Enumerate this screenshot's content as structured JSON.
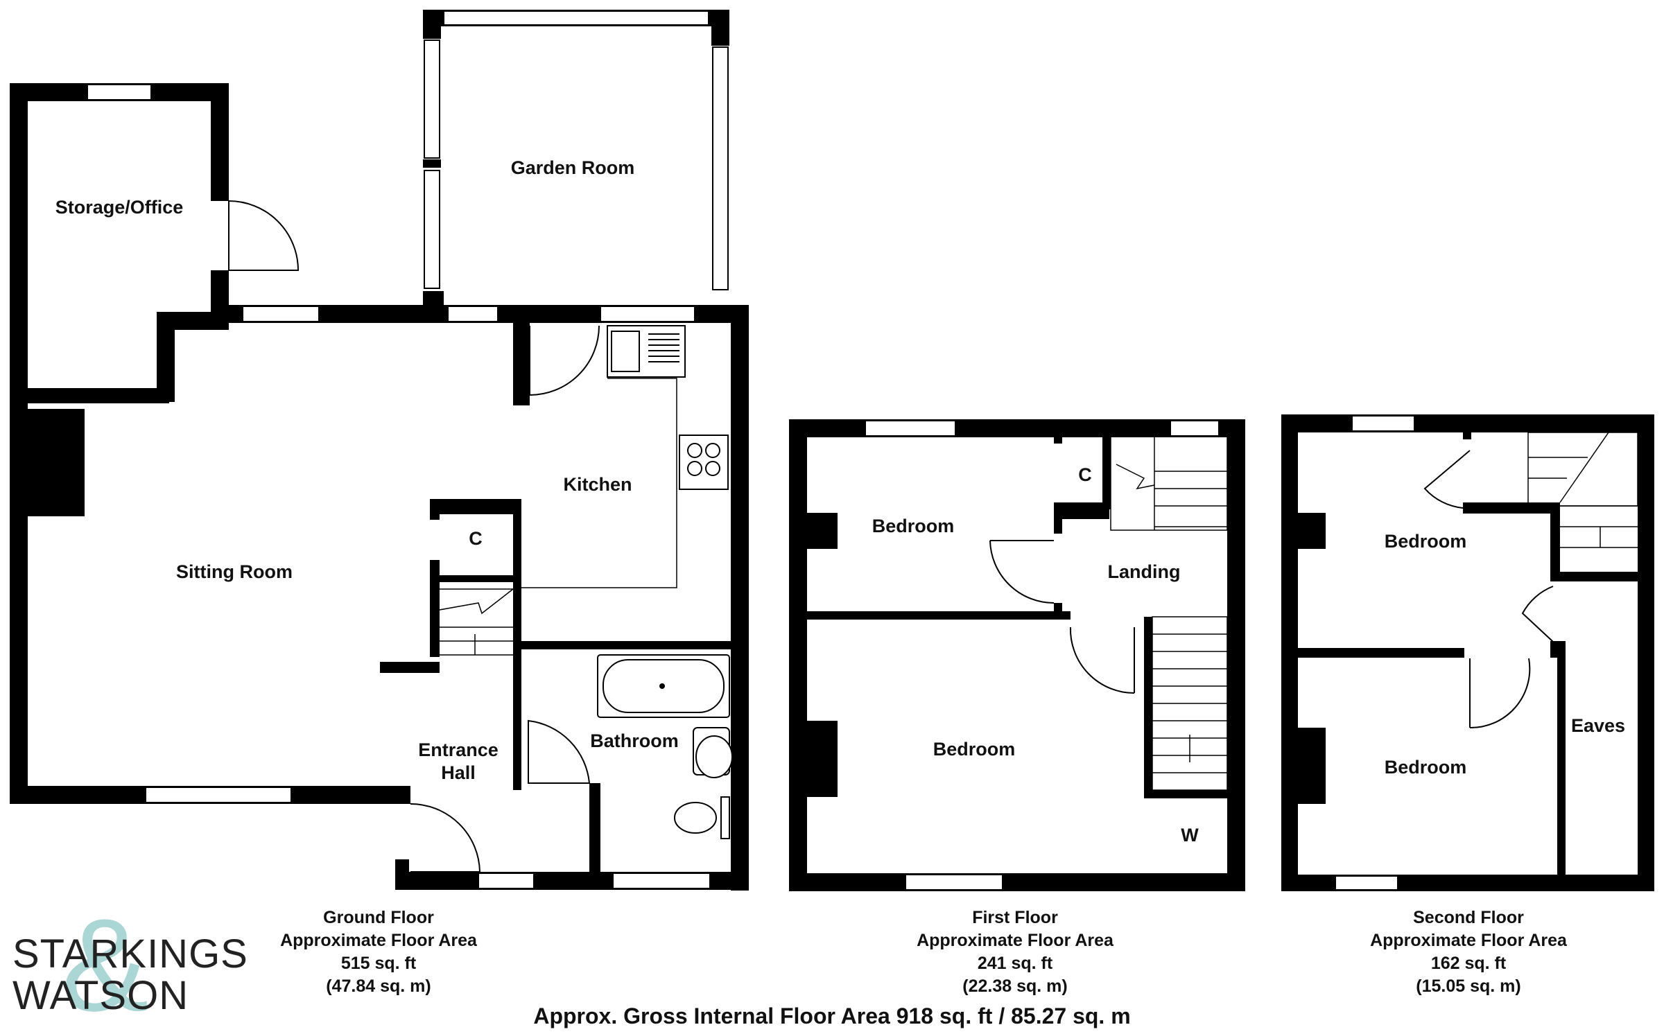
{
  "rooms": {
    "storage_office": "Storage/Office",
    "garden_room": "Garden Room",
    "kitchen": "Kitchen",
    "cupboard_ground": "C",
    "sitting_room": "Sitting Room",
    "entrance_hall_1": "Entrance",
    "entrance_hall_2": "Hall",
    "bathroom": "Bathroom",
    "bedroom_1f_small": "Bedroom",
    "cupboard_first": "C",
    "landing": "Landing",
    "bedroom_1f_large": "Bedroom",
    "wardrobe": "W",
    "bedroom_2f_top": "Bedroom",
    "bedroom_2f_bottom": "Bedroom",
    "eaves": "Eaves"
  },
  "captions": {
    "ground": {
      "floor": "Ground Floor",
      "label": "Approximate Floor Area",
      "sqft": "515 sq. ft",
      "sqm": "(47.84 sq. m)"
    },
    "first": {
      "floor": "First Floor",
      "label": "Approximate Floor Area",
      "sqft": "241 sq. ft",
      "sqm": "(22.38 sq. m)"
    },
    "second": {
      "floor": "Second Floor",
      "label": "Approximate Floor Area",
      "sqft": "162 sq. ft",
      "sqm": "(15.05 sq. m)"
    }
  },
  "total": "Approx. Gross Internal Floor Area 918 sq. ft / 85.27 sq. m",
  "logo": {
    "line1": "STARKINGS",
    "line2": "WATSON",
    "accent_color": "#8fc9c9"
  },
  "colors": {
    "wall": "#000000",
    "background": "#ffffff"
  }
}
